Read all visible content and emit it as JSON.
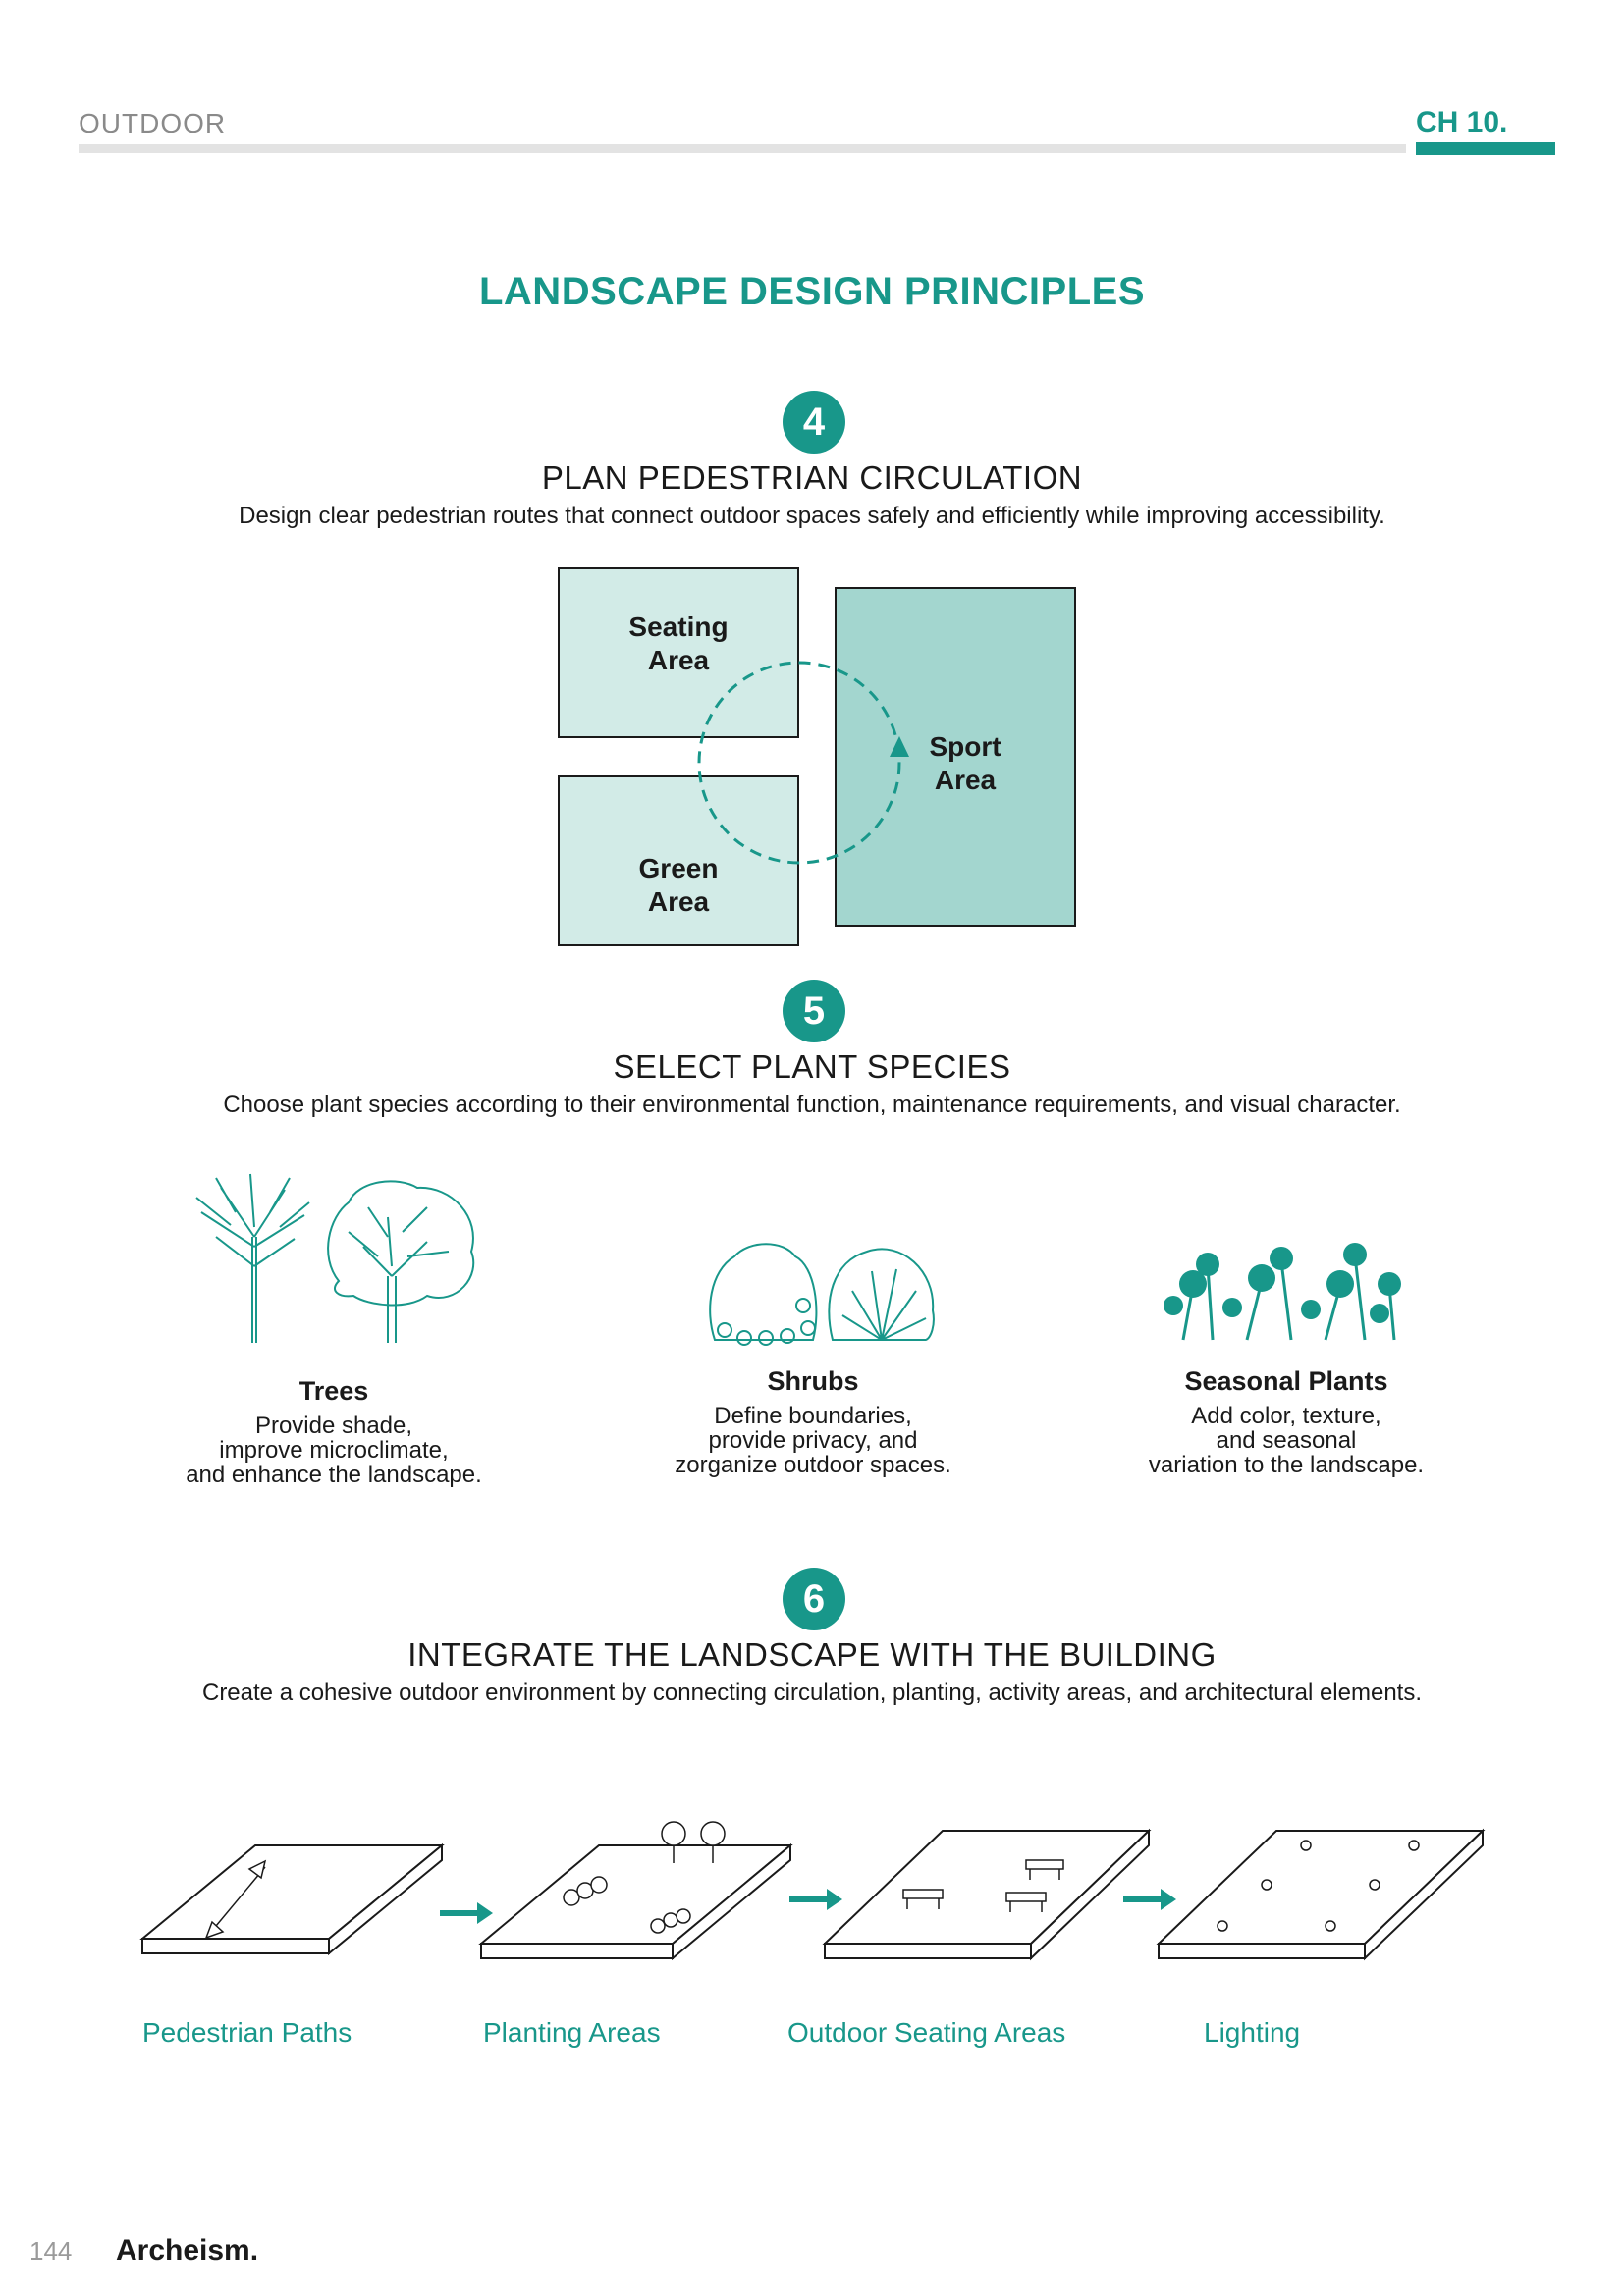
{
  "header": {
    "section": "OUTDOOR",
    "chapter": "CH 10."
  },
  "title": "LANDSCAPE DESIGN PRINCIPLES",
  "sections": [
    {
      "number": "4",
      "title": "PLAN PEDESTRIAN CIRCULATION",
      "description": "Design clear pedestrian routes that connect outdoor spaces safely and efficiently while improving accessibility."
    },
    {
      "number": "5",
      "title": "SELECT PLANT SPECIES",
      "description": "Choose plant species according to their environmental function, maintenance requirements, and visual character."
    },
    {
      "number": "6",
      "title": "INTEGRATE THE LANDSCAPE WITH THE BUILDING",
      "description": "Create a cohesive outdoor environment by connecting circulation, planting, activity areas, and architectural elements."
    }
  ],
  "circulation": {
    "areas": [
      "Seating\nArea",
      "Green\nArea",
      "Sport\nArea"
    ]
  },
  "plants": [
    {
      "name": "Trees",
      "description": "Provide shade,\nimprove microclimate,\nand enhance the landscape."
    },
    {
      "name": "Shrubs",
      "description": "Define boundaries,\nprovide privacy, and\nzorganize outdoor spaces."
    },
    {
      "name": "Seasonal Plants",
      "description": "Add color, texture,\nand seasonal\nvariation to the landscape."
    }
  ],
  "steps": [
    "Pedestrian Paths",
    "Planting Areas",
    "Outdoor Seating Areas",
    "Lighting"
  ],
  "footer": {
    "page": "144",
    "brand": "Archeism."
  },
  "colors": {
    "accent": "#18978a",
    "light_fill": "#d2ebe7",
    "mid_fill": "#a3d6cf"
  }
}
